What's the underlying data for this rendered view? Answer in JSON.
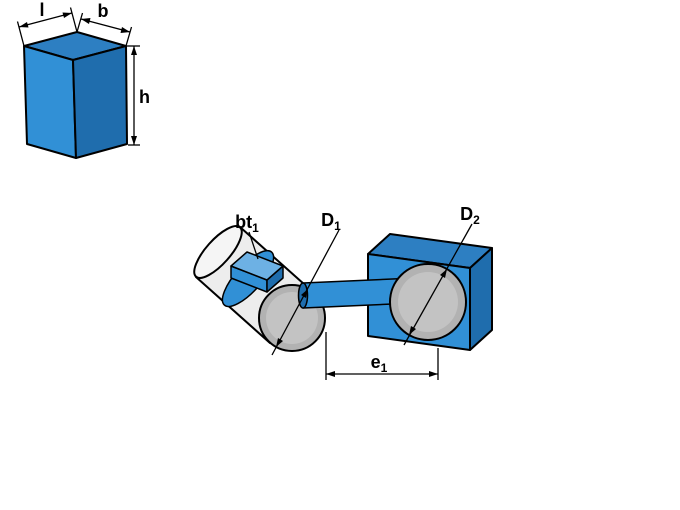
{
  "diagram": {
    "labels": {
      "l": "l",
      "b": "b",
      "h": "h",
      "key": {
        "main": "bt",
        "sub": "1"
      },
      "d1": {
        "main": "D",
        "sub": "1"
      },
      "d2": {
        "main": "D",
        "sub": "2"
      },
      "e1": {
        "main": "e",
        "sub": "1"
      }
    },
    "palette": {
      "background": "#ffffff",
      "outline": "#000000",
      "blue_top": "#2d7fc2",
      "blue_front": "#3190d6",
      "blue_side": "#1f6dad",
      "blue_light_top": "#6db1e4",
      "cyl_body": "#ededed",
      "cyl_cap": "#f5f5f5",
      "face_gray": "#b2b2b2",
      "face_gray_inner": "#c3c3c3"
    }
  }
}
